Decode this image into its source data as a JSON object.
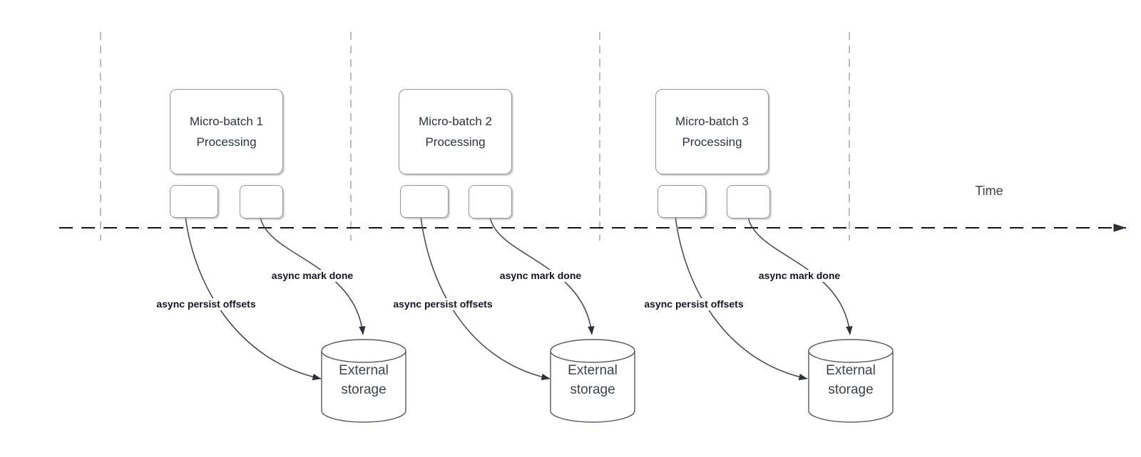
{
  "diagram": {
    "timeline_label": "Time",
    "batches": [
      {
        "title_line1": "Micro-batch 1",
        "title_line2": "Processing",
        "persist_label": "async persist offsets",
        "done_label": "async mark done",
        "storage_line1": "External",
        "storage_line2": "storage"
      },
      {
        "title_line1": "Micro-batch 2",
        "title_line2": "Processing",
        "persist_label": "async persist offsets",
        "done_label": "async mark done",
        "storage_line1": "External",
        "storage_line2": "storage"
      },
      {
        "title_line1": "Micro-batch 3",
        "title_line2": "Processing",
        "persist_label": "async persist offsets",
        "done_label": "async mark done",
        "storage_line1": "External",
        "storage_line2": "storage"
      }
    ],
    "colors": {
      "box_border": "#909499",
      "box_text": "#2d3340",
      "guide_line": "#a6a6a6",
      "timeline": "#141414",
      "curve": "#3e4450",
      "arrowhead": "#2b303b",
      "cylinder_stroke": "#565c66",
      "label_text": "#11161f"
    }
  }
}
